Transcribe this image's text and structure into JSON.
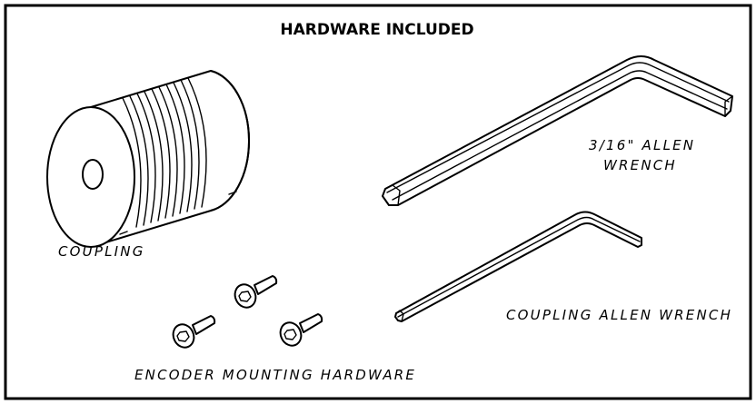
{
  "diagram": {
    "title": "HARDWARE INCLUDED",
    "labels": {
      "coupling": "COUPLING",
      "allen_3_16_line1": "3/16\" ALLEN",
      "allen_3_16_line2": "WRENCH",
      "coupling_allen": "COUPLING ALLEN WRENCH",
      "encoder_hardware": "ENCODER MOUNTING HARDWARE"
    },
    "colors": {
      "line": "#000000",
      "background": "#ffffff"
    }
  }
}
